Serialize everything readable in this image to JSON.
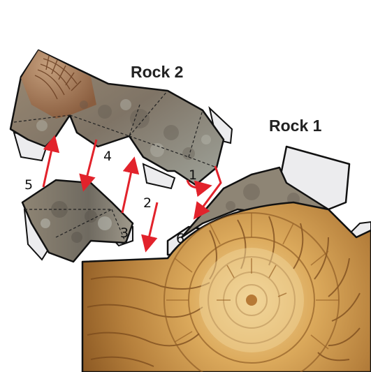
{
  "labels": {
    "rock2": "Rock 2",
    "rock1": "Rock 1"
  },
  "steps": [
    "1",
    "2",
    "3",
    "4",
    "5",
    "6"
  ],
  "colors": {
    "arrow": "#e2222b",
    "rock_fill": "#8a7a66",
    "rock_light": "#a89a86",
    "tab_fill": "#ececee",
    "ammonite_outer": "#a7702f",
    "ammonite_mid": "#cf9a50",
    "ammonite_light": "#efcf8c",
    "outline": "#111111"
  },
  "icons": {
    "fossil": "ammonite-fossil-icon",
    "arrow": "red-arrow-icon"
  }
}
